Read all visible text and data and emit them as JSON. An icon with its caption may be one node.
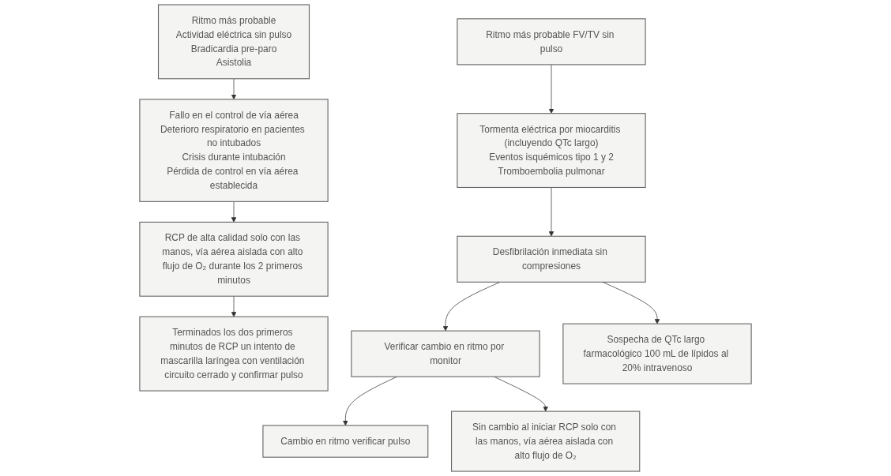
{
  "diagram": {
    "nodes": [
      {
        "text": [
          "Ritmo más probable",
          "Actividad eléctrica sin pulso",
          "Bradicardia pre-paro",
          "Asistolia"
        ]
      },
      {
        "text": [
          "Fallo en el control de vía aérea",
          "Deterioro respiratorio en pacientes no intubados",
          "Crisis durante intubación",
          "Pérdida de control en vía aérea establecida"
        ]
      },
      {
        "text": [
          "RCP de alta calidad solo con las manos, vía aérea aislada con alto flujo de O₂ durante los 2 primeros minutos"
        ]
      },
      {
        "text": [
          "Terminados los dos primeros minutos de RCP un intento de mascarilla laríngea con ventilación circuito cerrado y confirmar pulso"
        ]
      },
      {
        "text": [
          "Ritmo más probable FV/TV sin pulso"
        ]
      },
      {
        "text": [
          "Tormenta eléctrica por miocarditis (incluyendo QTc largo)",
          "Eventos isquémicos tipo 1 y 2",
          "Tromboembolia pulmonar"
        ]
      },
      {
        "text": [
          "Desfibrilación inmediata sin compresiones"
        ]
      },
      {
        "text": [
          "Verificar cambio en ritmo por monitor"
        ]
      },
      {
        "text": [
          "Cambio en ritmo verificar pulso"
        ]
      },
      {
        "text": [
          "Sospecha de QTc largo farmacológico 100 mL de lípidos al 20% intravenoso"
        ]
      },
      {
        "text": [
          "Sin cambio al iniciar RCP solo con las manos, vía aérea aislada con alto flujo de O₂"
        ]
      }
    ],
    "edges": [
      {
        "from": 0,
        "to": 1,
        "arrow": "to"
      },
      {
        "from": 1,
        "to": 2,
        "arrow": "to"
      },
      {
        "from": 2,
        "to": 3,
        "arrow": "to"
      },
      {
        "from": 4,
        "to": 5,
        "arrow": "to"
      },
      {
        "from": 5,
        "to": 6,
        "arrow": "to"
      },
      {
        "from": 6,
        "to": 7,
        "arrow": "to"
      },
      {
        "from": 6,
        "to": 9,
        "arrow": "to"
      },
      {
        "from": 7,
        "to": 8,
        "arrow": "to"
      },
      {
        "from": 7,
        "to": 10,
        "arrow": "to"
      }
    ]
  }
}
